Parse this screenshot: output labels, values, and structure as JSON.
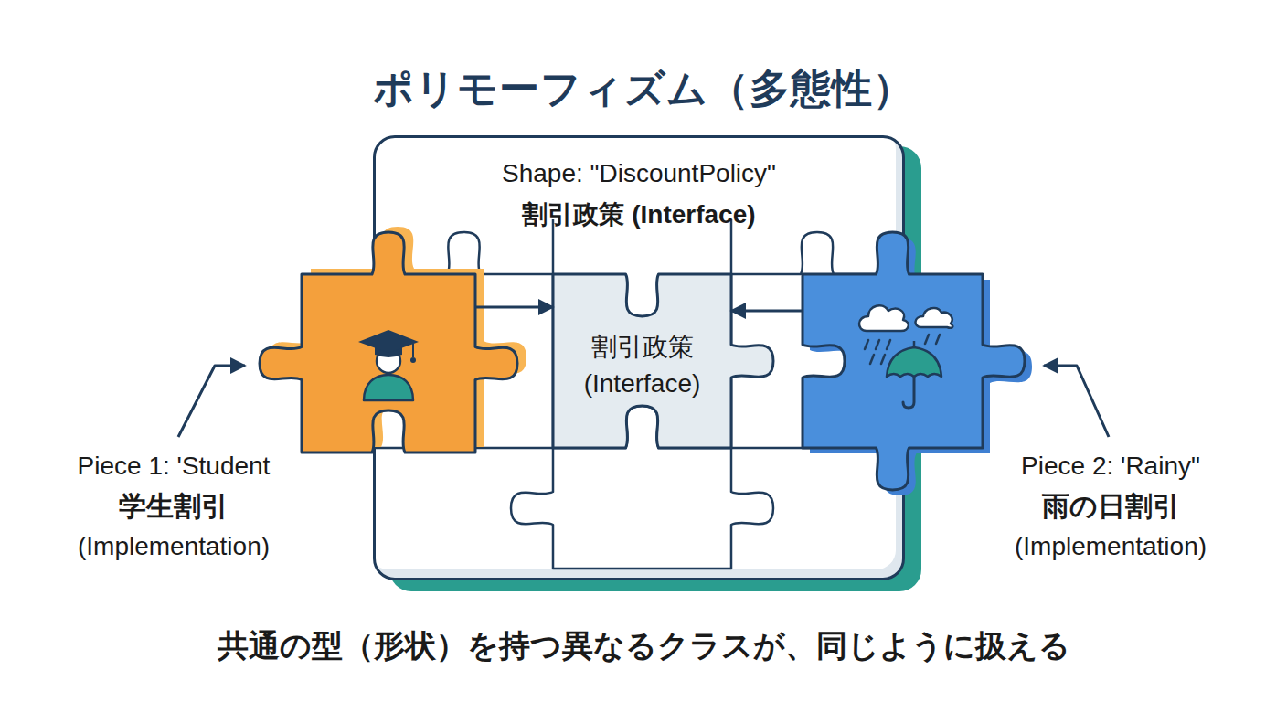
{
  "diagram": {
    "title": "ポリモーフィズム（多態性）",
    "caption": "共通の型（形状）を持つ異なるクラスが、同じように扱える",
    "nodes": [
      {
        "text": [
          "Shape: \"DiscountPolicy\"",
          "割引政策 (Interface)"
        ]
      },
      {
        "text": [
          "Piece 1: 'Student",
          "学生割引",
          "(Implementation)"
        ]
      },
      {
        "text": [
          "割引政策 (Interface)"
        ],
        "in": 0
      },
      {
        "text": [
          "Piece 2: 'Rainy\"",
          "雨の日割引",
          "(Implementation)"
        ]
      }
    ],
    "edges": [
      {
        "from": 1,
        "to": 2,
        "arrow": "to"
      },
      {
        "from": 3,
        "to": 2,
        "arrow": "to"
      }
    ]
  }
}
